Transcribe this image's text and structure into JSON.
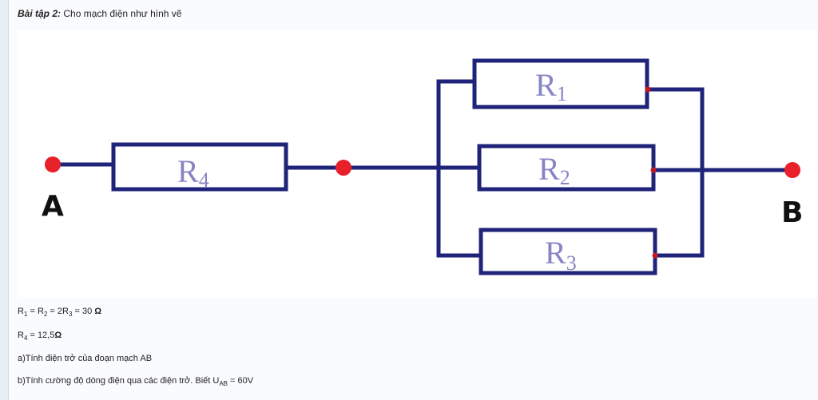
{
  "header": {
    "bold_label": "Bài tập 2:",
    "text": " Cho mạch điện như hình vẽ"
  },
  "circuit": {
    "node_a": "A",
    "node_b": "B",
    "r1": {
      "main": "R",
      "sub": "1"
    },
    "r2": {
      "main": "R",
      "sub": "2"
    },
    "r3": {
      "main": "R",
      "sub": "3"
    },
    "r4": {
      "main": "R",
      "sub": "4"
    },
    "colors": {
      "wire": "#1f237a",
      "node": "#e8202a",
      "label": "#8784c4"
    }
  },
  "equations": {
    "line1": {
      "r1": "R",
      "r1_sub": "1",
      "eq1": " = ",
      "r2": "R",
      "r2_sub": "2",
      "eq2": " = ",
      "r3": "2R",
      "r3_sub": "3",
      "eq3": "  = ",
      "value": "30 ",
      "unit": "Ω"
    },
    "line2": {
      "r4": "R",
      "r4_sub": "4",
      "eq": " = 12,5",
      "unit": "Ω"
    },
    "line3": "a)Tính điện trở của đoạn mạch AB",
    "line4": {
      "text": "b)Tính cường độ dòng điện qua các điện trở. Biết U",
      "sub": "AB",
      "value": " = 60V"
    }
  }
}
